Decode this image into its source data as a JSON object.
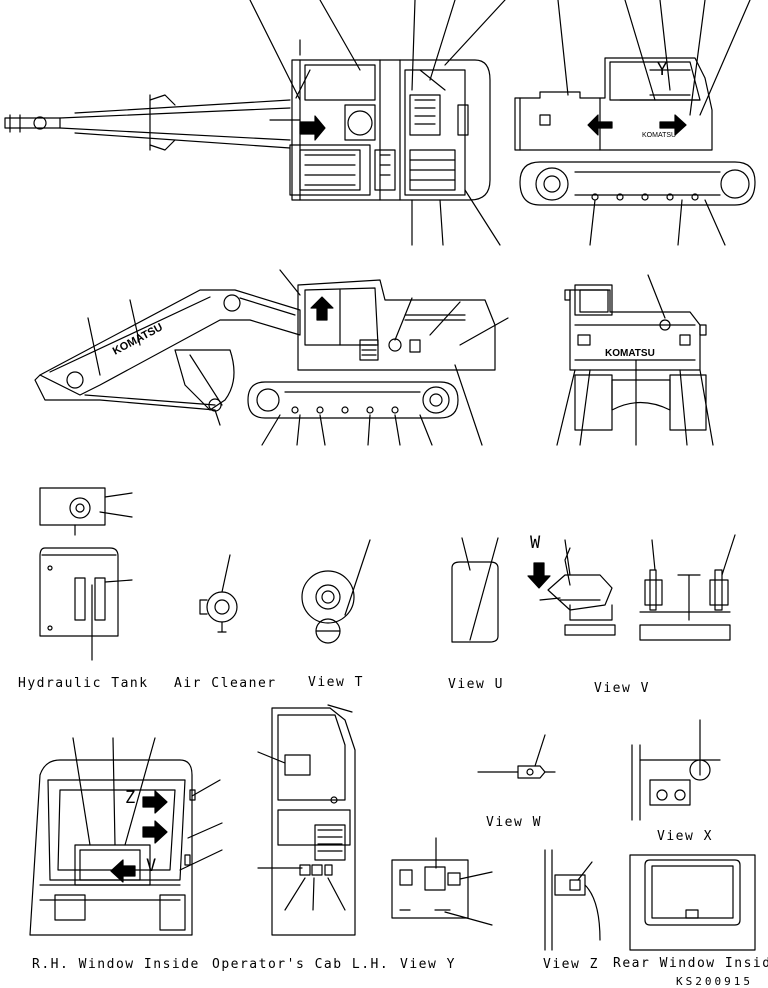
{
  "views": {
    "hydraulic_tank": "Hydraulic Tank",
    "air_cleaner": "Air Cleaner",
    "view_t": "View T",
    "view_u": "View U",
    "view_v": "View V",
    "view_w": "View W",
    "view_x": "View X",
    "rh_window_inside": "R.H. Window Inside",
    "operators_cab_lh": "Operator's Cab L.H.",
    "view_y": "View Y",
    "view_z": "View Z",
    "rear_window_inside": "Rear Window Inside"
  },
  "markers": {
    "w": "W",
    "z": "Z",
    "y": "Y",
    "v": "V"
  },
  "brand": "KOMATSU",
  "drawing_code": "KS200915"
}
